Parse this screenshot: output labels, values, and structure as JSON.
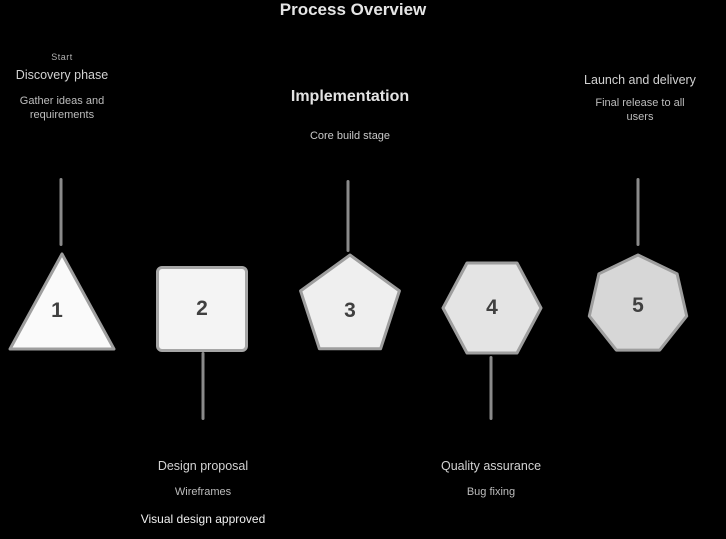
{
  "title": "Process Overview",
  "steps": [
    {
      "number": "1",
      "shape": "triangle",
      "kicker": "Start",
      "lines": [
        "Discovery phase",
        "Gather ideas and",
        "requirements"
      ]
    },
    {
      "number": "2",
      "shape": "square",
      "lines": [
        "Design proposal",
        "Wireframes",
        "Visual design approved"
      ]
    },
    {
      "number": "3",
      "shape": "pentagon",
      "heading": "Implementation",
      "subheading": "Core build stage"
    },
    {
      "number": "4",
      "shape": "hexagon",
      "lines": [
        "Quality assurance",
        "Bug fixing"
      ]
    },
    {
      "number": "5",
      "shape": "heptagon",
      "lines": [
        "Launch and delivery",
        "Final release to all",
        "users"
      ]
    }
  ],
  "colors": {
    "background": "#000000",
    "shape_fills": [
      "#fafafa",
      "#f4f4f4",
      "#efefef",
      "#e4e4e4",
      "#d7d7d7"
    ],
    "shape_stroke": "#9e9e9e",
    "connector": "#8a8a8a",
    "number_text": "#404040",
    "label_text": "#bdbdbd",
    "heading_text": "#e3e3e3"
  }
}
